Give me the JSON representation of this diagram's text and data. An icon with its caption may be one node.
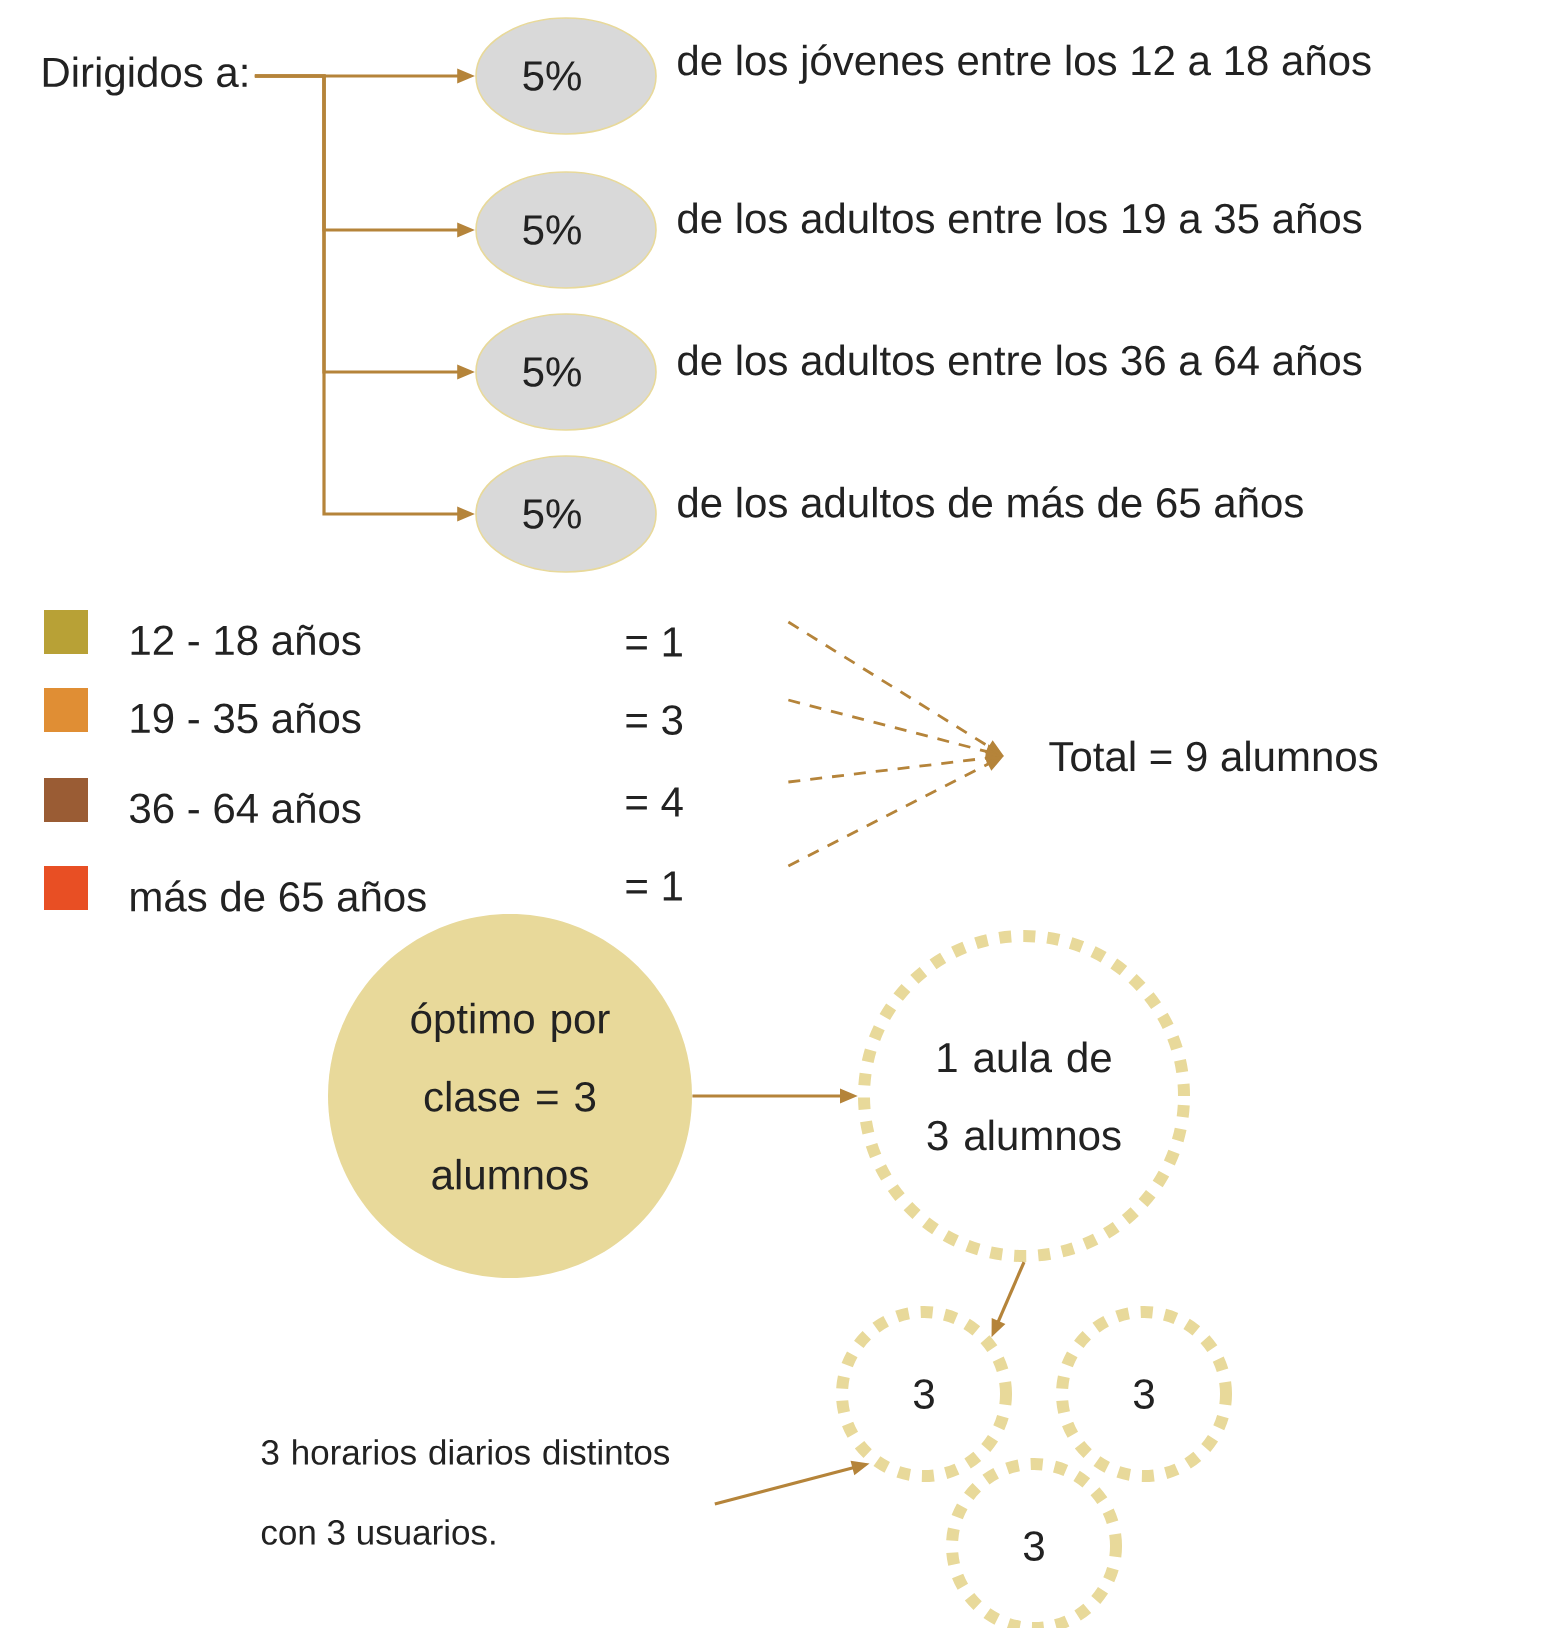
{
  "diagram": {
    "nodes": [
      {
        "text": [
          "Dirigidos a:"
        ]
      },
      {
        "text": [
          "5%"
        ],
        "beside": [
          "de los jóvenes entre los 12 a 18 años"
        ]
      },
      {
        "text": [
          "5%"
        ],
        "beside": [
          "de los adultos entre los 19 a 35 años"
        ]
      },
      {
        "text": [
          "5%"
        ],
        "beside": [
          "de los adultos entre los 36 a 64 años"
        ]
      },
      {
        "text": [
          "5%"
        ],
        "beside": [
          "de los adultos de más de 65 años"
        ]
      },
      {
        "text": [
          "= 1"
        ]
      },
      {
        "text": [
          "= 3"
        ]
      },
      {
        "text": [
          "= 4"
        ]
      },
      {
        "text": [
          "= 1"
        ]
      },
      {
        "text": [
          "Total = 9 alumnos"
        ]
      },
      {
        "text": [
          "óptimo por clase = 3 alumnos"
        ]
      },
      {
        "text": [
          "1 aula de 3 alumnos"
        ]
      },
      {
        "text": [
          "3"
        ]
      },
      {
        "text": [
          "3"
        ]
      },
      {
        "text": [
          "3"
        ]
      },
      {
        "text": [
          "3 horarios diarios distintos con 3 usuarios."
        ]
      }
    ],
    "edges": [
      {
        "from": 0,
        "to": 1,
        "arrow": "to"
      },
      {
        "from": 0,
        "to": 2,
        "arrow": "to"
      },
      {
        "from": 0,
        "to": 3,
        "arrow": "to"
      },
      {
        "from": 0,
        "to": 4,
        "arrow": "to"
      },
      {
        "from": 5,
        "to": 9,
        "arrow": "to",
        "style": "dashed"
      },
      {
        "from": 6,
        "to": 9,
        "arrow": "to",
        "style": "dashed"
      },
      {
        "from": 7,
        "to": 9,
        "arrow": "to",
        "style": "dashed"
      },
      {
        "from": 8,
        "to": 9,
        "arrow": "to",
        "style": "dashed"
      },
      {
        "from": 10,
        "to": 11,
        "arrow": "to"
      },
      {
        "from": 11,
        "to": 12,
        "arrow": "to"
      },
      {
        "from": 15,
        "to": 12,
        "arrow": "to"
      }
    ],
    "legend": [
      {
        "text": "12 - 18 años",
        "color": "#b8a136"
      },
      {
        "text": "19 - 35 años",
        "color": "#e08e34"
      },
      {
        "text": "36 - 64 años",
        "color": "#9a5c34"
      },
      {
        "text": "más de 65 años",
        "color": "#e84f24"
      }
    ]
  }
}
